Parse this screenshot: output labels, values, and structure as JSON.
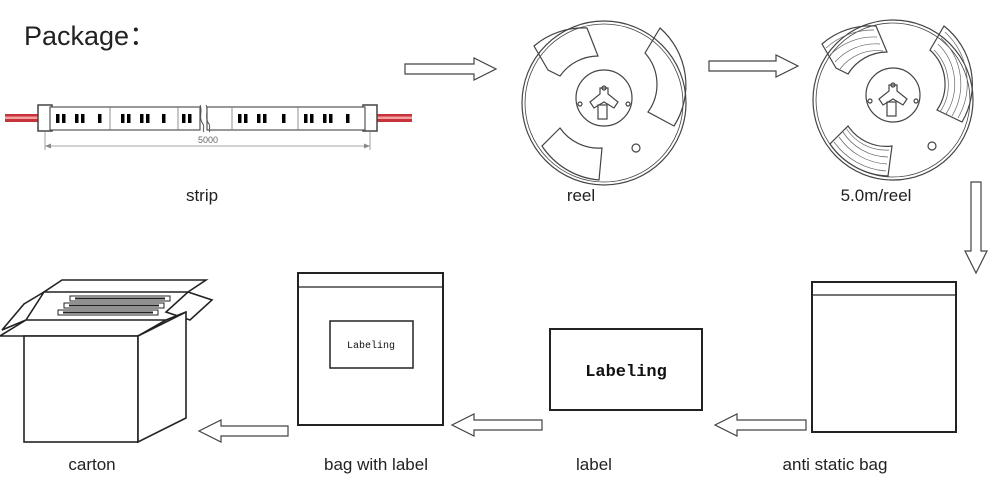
{
  "title": "Package：",
  "steps": {
    "strip": "strip",
    "reel": "reel",
    "reel_spec": "5.0m/reel",
    "anti_static_bag": "anti static bag",
    "label": "label",
    "bag_with_label": "bag with label",
    "carton": "carton"
  },
  "strip_dimension": "5000",
  "label_text": "Labeling"
}
